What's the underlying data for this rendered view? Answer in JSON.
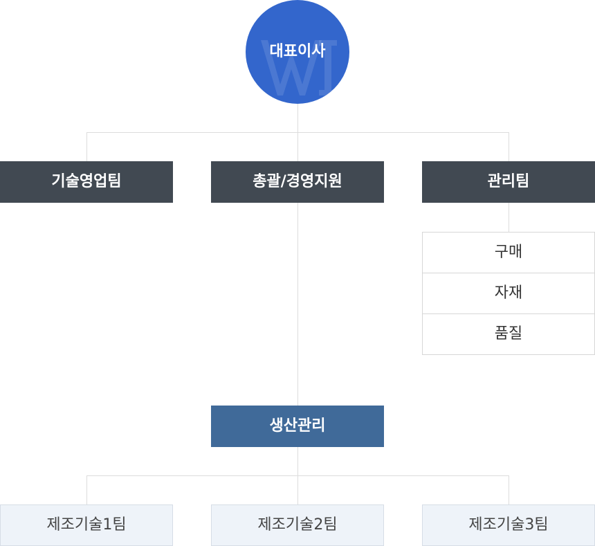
{
  "ceo": {
    "label": "대표이사"
  },
  "departments": [
    {
      "label": "기술영업팀"
    },
    {
      "label": "총괄/경영지원"
    },
    {
      "label": "관리팀"
    }
  ],
  "management_sub": [
    {
      "label": "구매"
    },
    {
      "label": "자재"
    },
    {
      "label": "품질"
    }
  ],
  "production": {
    "label": "생산관리"
  },
  "teams": [
    {
      "label": "제조기술1팀"
    },
    {
      "label": "제조기술2팀"
    },
    {
      "label": "제조기술3팀"
    }
  ],
  "colors": {
    "ceo_circle": "#3366cc",
    "department_box": "#414952",
    "production_box": "#406a99",
    "team_box": "#eef3f9",
    "connector": "#dcdcdc"
  }
}
